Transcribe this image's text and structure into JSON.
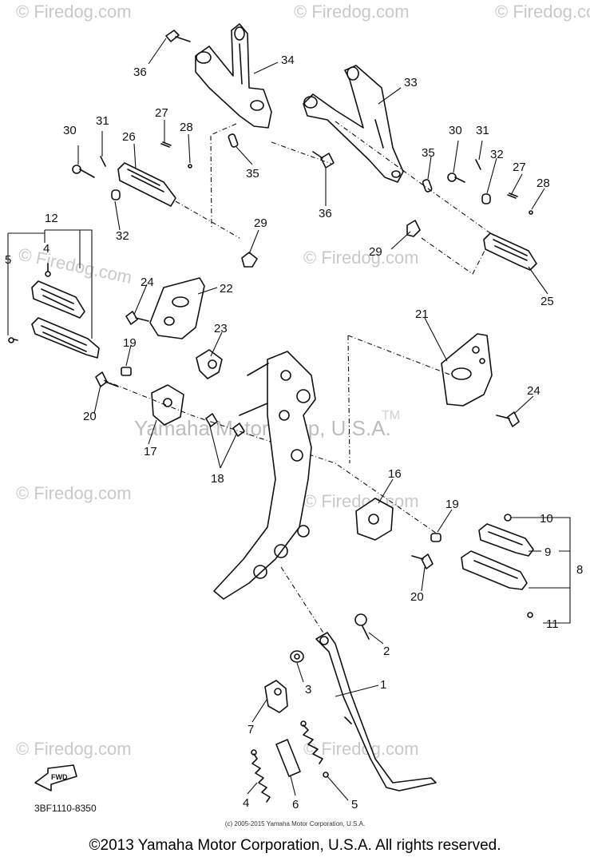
{
  "watermark": {
    "site": "© Firedog.com",
    "trademark": "Yamaha Motor Corp, U.S.A.",
    "tm": "TM"
  },
  "diagram_code": "3BF1110-8350",
  "fwd_label": "FWD",
  "callouts": [
    "1",
    "2",
    "3",
    "4",
    "5",
    "6",
    "7",
    "8",
    "9",
    "10",
    "11",
    "12",
    "16",
    "17",
    "18",
    "19",
    "20",
    "21",
    "22",
    "23",
    "24",
    "25",
    "26",
    "27",
    "28",
    "29",
    "30",
    "31",
    "32",
    "33",
    "34",
    "35",
    "36"
  ],
  "small_copyright": "(c) 2005-2015 Yamaha Motor Corporation, U.S.A.",
  "copyright": "©2013 Yamaha Motor Corporation, U.S.A. All rights reserved."
}
